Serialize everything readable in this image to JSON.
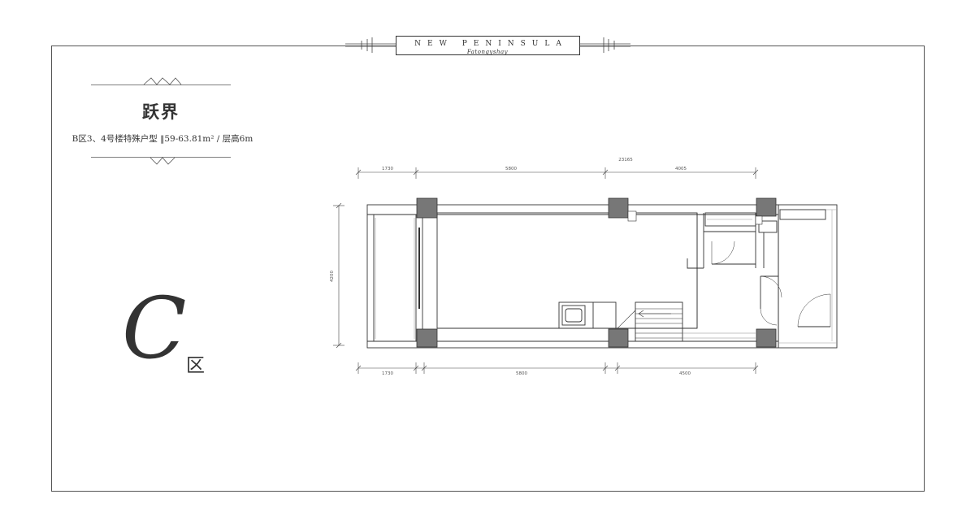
{
  "brand": {
    "name": "NEW PENINSULA",
    "tagline": "Fatongyshay"
  },
  "title": "跃界",
  "subtitle": "B区3、4号楼特殊户型 ‖59-63.81m² / 层高6m",
  "zone": {
    "letter": "C",
    "label": "区"
  },
  "dimensions": {
    "overall_top": "23165",
    "top": [
      "1730",
      "5800",
      "4005"
    ],
    "bottom": [
      "1730",
      "5800",
      "4500"
    ],
    "left_height": "4200"
  },
  "colors": {
    "line": "#333333",
    "frame": "#555555",
    "column": "#777777"
  }
}
